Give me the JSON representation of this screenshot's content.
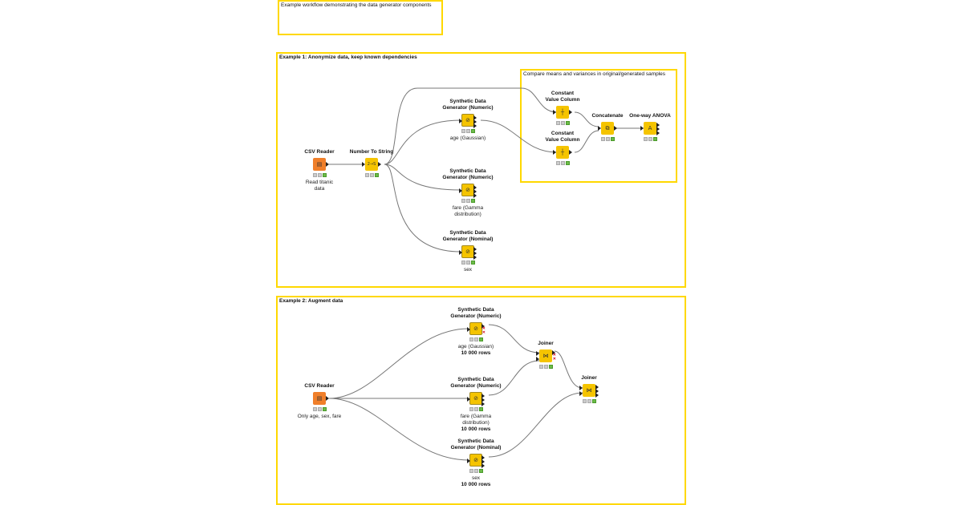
{
  "annotations": {
    "intro": "Example workflow demonstrating the data generator components",
    "example1": "Example 1: Anonymize data, keep known dependencies",
    "compare": "Compare means and variances in original/generated samples",
    "example2": "Example 2: Augment data"
  },
  "nodes": {
    "csv1": {
      "title": "CSV Reader",
      "label": "Read titanic\ndata",
      "icon": "file-table-icon"
    },
    "num2str": {
      "title": "Number To String",
      "label": "",
      "glyph": "2→S",
      "icon": "number-to-string-icon"
    },
    "gen_age": {
      "title": "Synthetic Data\nGenerator (Numeric)",
      "label": "age (Gaussian)",
      "icon": "data-generator-icon"
    },
    "gen_fare": {
      "title": "Synthetic Data\nGenerator (Numeric)",
      "label": "fare (Gamma distribution)",
      "icon": "data-generator-icon"
    },
    "gen_sex": {
      "title": "Synthetic Data\nGenerator (Nominal)",
      "label": "sex",
      "icon": "data-generator-icon"
    },
    "const1": {
      "title": "Constant\nValue Column",
      "label": "",
      "icon": "constant-column-icon"
    },
    "const2": {
      "title": "Constant\nValue Column",
      "label": "",
      "icon": "constant-column-icon"
    },
    "concat": {
      "title": "Concatenate",
      "label": "",
      "icon": "concatenate-icon"
    },
    "anova": {
      "title": "One-way ANOVA",
      "label": "",
      "icon": "anova-icon"
    },
    "csv2": {
      "title": "CSV Reader",
      "label": "Only age, sex, fare",
      "icon": "file-table-icon"
    },
    "gen2_age": {
      "title": "Synthetic Data\nGenerator (Numeric)",
      "label": "age (Gaussian)",
      "label2": "10 000 rows",
      "icon": "data-generator-icon"
    },
    "gen2_fare": {
      "title": "Synthetic Data\nGenerator (Numeric)",
      "label": "fare (Gamma distribution)",
      "label2": "10 000 rows",
      "icon": "data-generator-icon"
    },
    "gen2_sex": {
      "title": "Synthetic Data\nGenerator (Nominal)",
      "label": "sex",
      "label2": "10 000 rows",
      "icon": "data-generator-icon"
    },
    "join1": {
      "title": "Joiner",
      "label": "",
      "icon": "joiner-icon"
    },
    "join2": {
      "title": "Joiner",
      "label": "",
      "icon": "joiner-icon"
    }
  },
  "colors": {
    "annotation_border": "#ffd800",
    "node_yellow": "#f5c400",
    "source_orange": "#f07f2a",
    "status_ok": "#6dbb4a",
    "wire": "#777777"
  }
}
